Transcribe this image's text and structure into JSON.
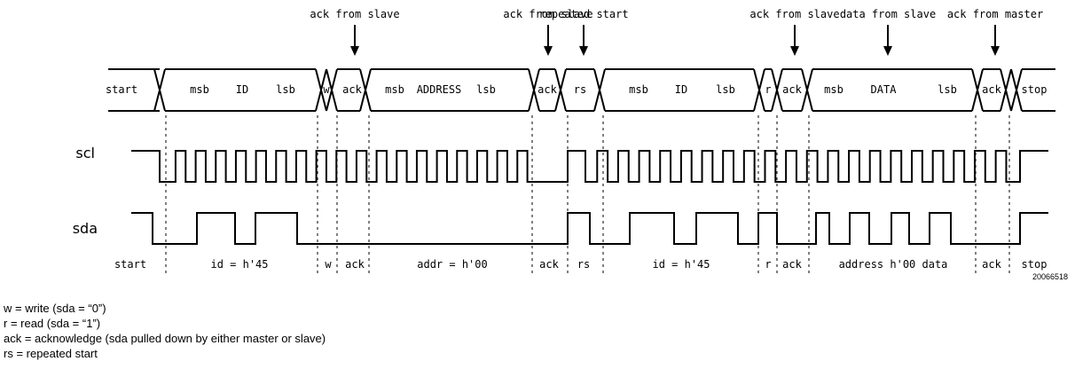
{
  "annotations": [
    {
      "text": "ack from slave",
      "anchor": "ack1"
    },
    {
      "text": "ack from slave",
      "anchor": "ack2"
    },
    {
      "text": "repeated start",
      "anchor": "rs"
    },
    {
      "text": "ack from slave",
      "anchor": "ack3"
    },
    {
      "text": "data from slave",
      "anchor": "data"
    },
    {
      "text": "ack from master",
      "anchor": "ack4"
    }
  ],
  "bus_segments": [
    {
      "id": "start",
      "labels": [
        "start"
      ]
    },
    {
      "id": "id1",
      "labels": [
        "msb",
        "ID",
        "lsb"
      ]
    },
    {
      "id": "w",
      "labels": [
        "w"
      ]
    },
    {
      "id": "ack1",
      "labels": [
        "ack"
      ]
    },
    {
      "id": "addr",
      "labels": [
        "msb",
        "ADDRESS",
        "lsb"
      ]
    },
    {
      "id": "ack2",
      "labels": [
        "ack"
      ]
    },
    {
      "id": "rs",
      "labels": [
        "rs"
      ]
    },
    {
      "id": "id2",
      "labels": [
        "msb",
        "ID",
        "lsb"
      ]
    },
    {
      "id": "r",
      "labels": [
        "r"
      ]
    },
    {
      "id": "ack3",
      "labels": [
        "ack"
      ]
    },
    {
      "id": "data",
      "labels": [
        "msb",
        "DATA",
        "lsb"
      ]
    },
    {
      "id": "ack4",
      "labels": [
        "ack"
      ]
    },
    {
      "id": "stop",
      "labels": [
        "stop"
      ]
    }
  ],
  "signals": {
    "scl": "scl",
    "sda": "sda"
  },
  "bottom_labels": [
    {
      "text": "start"
    },
    {
      "text": "id = h'45"
    },
    {
      "text": "w"
    },
    {
      "text": "ack"
    },
    {
      "text": "addr = h'00"
    },
    {
      "text": "ack"
    },
    {
      "text": "rs"
    },
    {
      "text": "id = h'45"
    },
    {
      "text": "r"
    },
    {
      "text": "ack"
    },
    {
      "text": "address h'00 data"
    },
    {
      "text": "ack"
    },
    {
      "text": "stop"
    }
  ],
  "figure_code": "20066518",
  "legend": [
    "w = write (sda = “0”)",
    "r = read (sda = “1”)",
    "ack = acknowledge (sda pulled down by either master or slave)",
    "rs = repeated start"
  ]
}
